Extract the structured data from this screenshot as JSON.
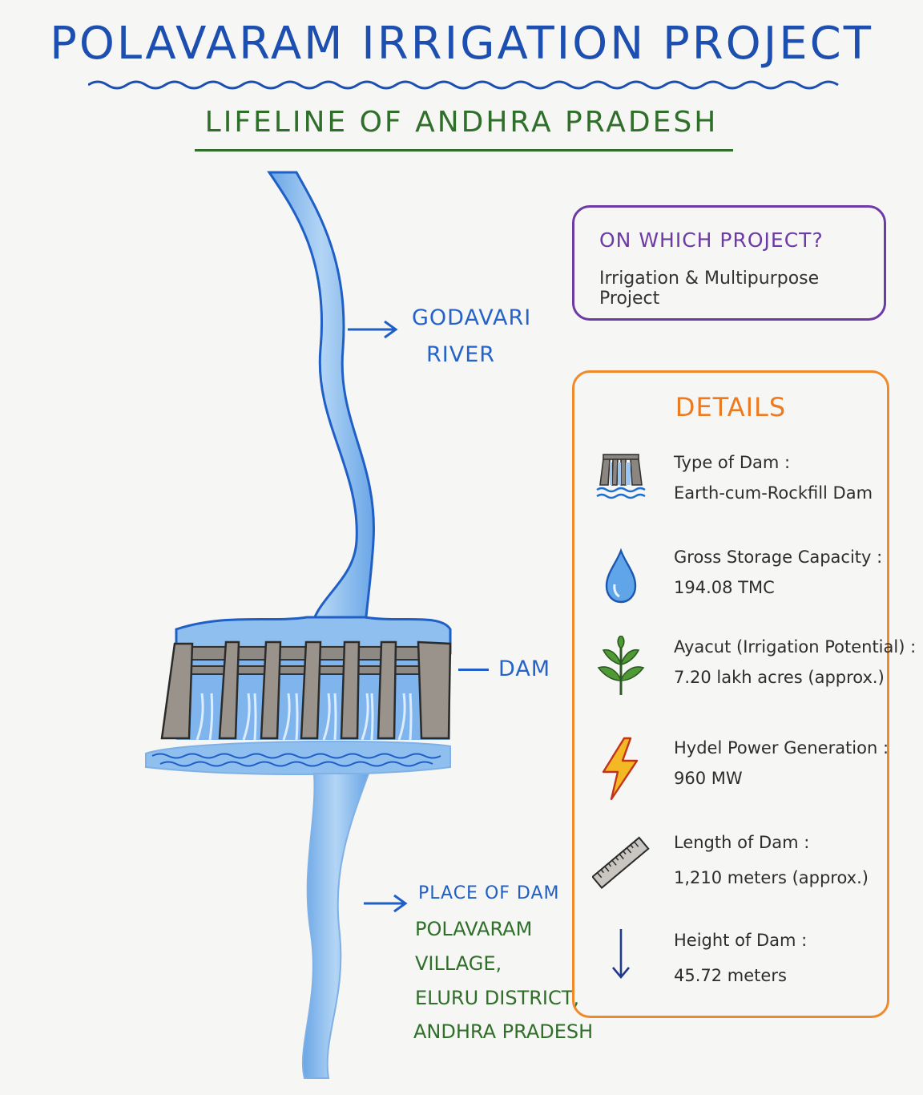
{
  "header": {
    "title": "POLAVARAM IRRIGATION PROJECT",
    "subtitle": "LIFELINE OF ANDHRA PRADESH"
  },
  "diagram": {
    "river_label_line1": "GODAVARI",
    "river_label_line2": "RIVER",
    "dam_label": "DAM",
    "place_heading": "PLACE OF DAM",
    "place_lines": [
      "POLAVARAM",
      "VILLAGE,",
      "ELURU DISTRICT,",
      "ANDHRA PRADESH"
    ]
  },
  "project": {
    "question": "ON WHICH PROJECT?",
    "answer": "Irrigation & Multipurpose Project"
  },
  "details": {
    "title": "DETAILS",
    "items": [
      {
        "icon": "dam-icon",
        "label": "Type of Dam :",
        "value": "Earth-cum-Rockfill Dam"
      },
      {
        "icon": "water-drop-icon",
        "label": "Gross Storage Capacity :",
        "value": "194.08 TMC"
      },
      {
        "icon": "leaf-icon",
        "label": "Ayacut (Irrigation Potential) :",
        "value": "7.20 lakh acres (approx.)"
      },
      {
        "icon": "lightning-icon",
        "label": "Hydel Power Generation :",
        "value": "960 MW"
      },
      {
        "icon": "ruler-icon",
        "label": "Length of Dam :",
        "value": "1,210 meters (approx.)"
      },
      {
        "icon": "vertical-arrow-icon",
        "label": "Height of Dam :",
        "value": "45.72 meters"
      }
    ]
  },
  "colors": {
    "title_blue": "#1d4fb0",
    "subtitle_green": "#2f6f2a",
    "river_blue": "#8fbfee",
    "project_box_purple": "#6d3aa6",
    "details_box_orange": "#f0892a"
  }
}
